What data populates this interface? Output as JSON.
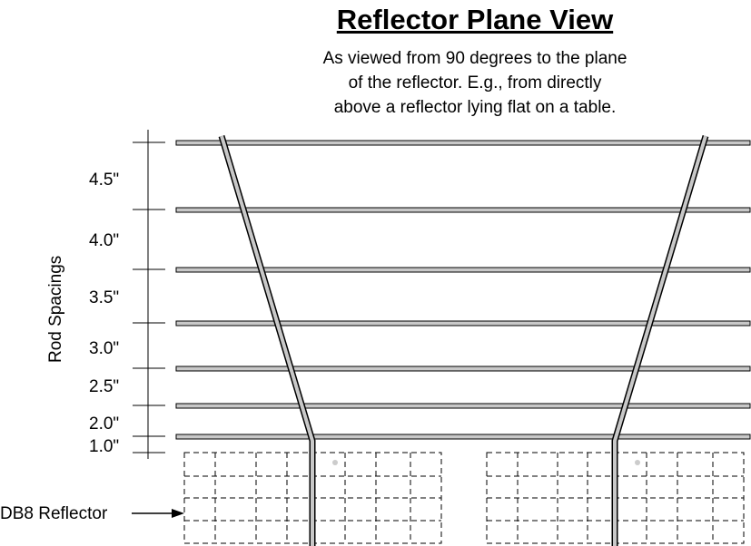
{
  "title": "Reflector Plane View",
  "subtitle_lines": [
    "As viewed from 90 degrees to the plane",
    "of the reflector.  E.g., from directly",
    "above a reflector lying flat on a table."
  ],
  "axis_label": "Rod Spacings",
  "spacing_labels": [
    "4.5\"",
    "4.0\"",
    "3.5\"",
    "3.0\"",
    "2.5\"",
    "2.0\"",
    "1.0\""
  ],
  "reflector_label": "DB8 Reflector",
  "colors": {
    "rod_fill": "#c8c8c8",
    "line": "#000000",
    "dot": "#cccccc"
  }
}
